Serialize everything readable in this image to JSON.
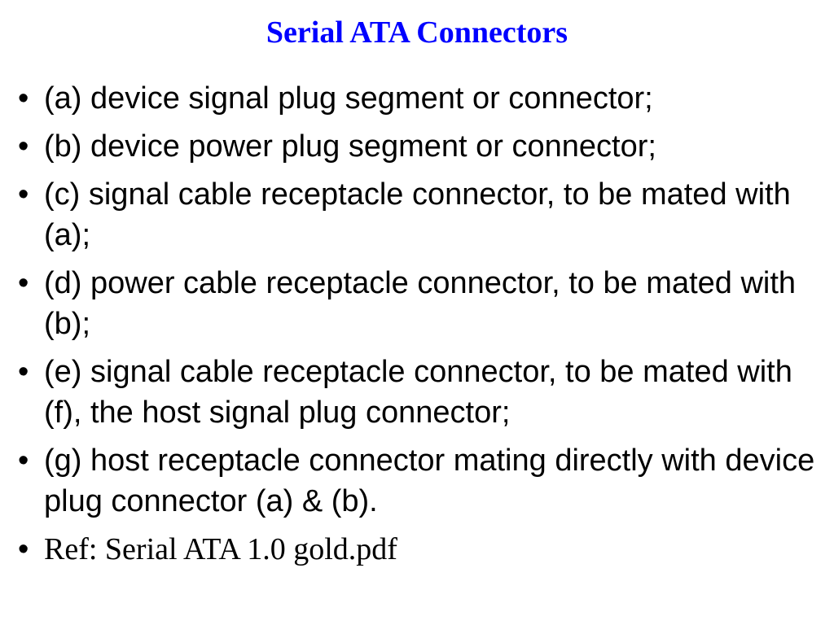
{
  "slide": {
    "title": "Serial ATA Connectors",
    "bullet_char": "•",
    "bullets": [
      "(a) device signal plug segment or connector;",
      "(b) device power plug segment or connector;",
      "(c) signal cable receptacle connector, to be mated with (a);",
      "(d) power cable receptacle connector, to be mated with (b);",
      "(e) signal cable receptacle connector, to be mated with (f), the host signal plug connector;",
      "(g) host receptacle connector mating directly with device plug connector (a) & (b)."
    ],
    "reference": "Ref: Serial ATA 1.0 gold.pdf"
  },
  "colors": {
    "title": "#0000ff",
    "text": "#000000",
    "background": "#ffffff"
  }
}
